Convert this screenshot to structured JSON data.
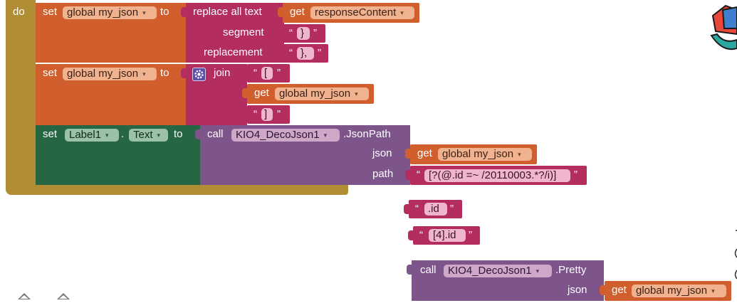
{
  "procedure": {
    "do_label": "do"
  },
  "set1": {
    "set": "set",
    "var": "global my_json",
    "to": "to",
    "replace_label": "replace all text",
    "get": "get",
    "get_var": "responseContent",
    "segment_label": "segment",
    "replacement_label": "replacement",
    "segment_value": "}",
    "replacement_value": "},",
    "quote_open": "“",
    "quote_close": "”"
  },
  "set2": {
    "set": "set",
    "var": "global my_json",
    "to": "to",
    "join_label": "join",
    "first_value": "[",
    "last_value": "]",
    "get": "get",
    "get_var": "global my_json"
  },
  "set3": {
    "set": "set",
    "component": "Label1",
    "dot": ".",
    "property": "Text",
    "to": "to",
    "call": "call",
    "obj": "KIO4_DecoJson1",
    "method": ".JsonPath",
    "json_label": "json",
    "path_label": "path",
    "get": "get",
    "get_var": "global my_json",
    "path_value": "[?(@.id =~ /20110003.*?/i)]"
  },
  "loose": {
    "text1": ".id",
    "text2": "[4].id",
    "call": "call",
    "obj": "KIO4_DecoJson1",
    "method": ".Pretty",
    "json_label": "json",
    "get": "get",
    "get_var": "global my_json"
  },
  "icons": {
    "gear": "gear-icon",
    "dropdown": "▾"
  },
  "colors": {
    "control": "#b18e35",
    "variable": "#d05f2d",
    "text": "#b32d5e",
    "component": "#7d558b",
    "component_set": "#266643"
  }
}
